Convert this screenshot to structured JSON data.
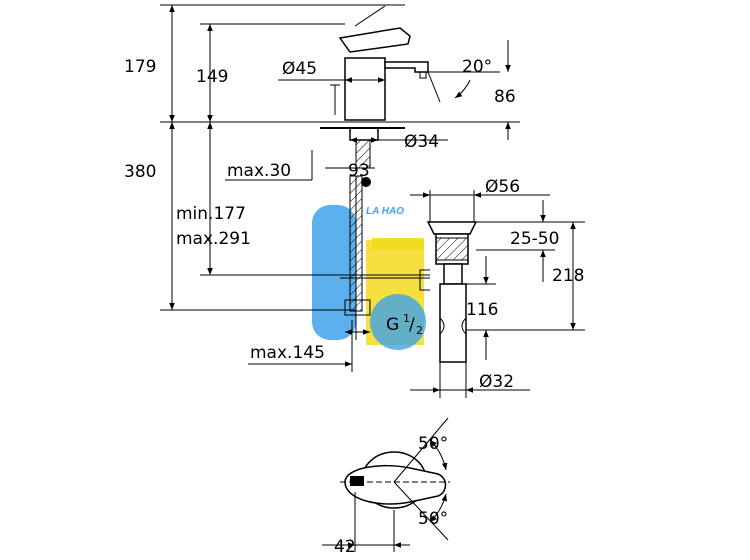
{
  "watermark": {
    "text": "LA HAO",
    "colors": {
      "blue": "#3fa2ea",
      "yellow": "#f3da1d"
    }
  },
  "dimensions": {
    "h_179": "179",
    "h_149": "149",
    "d_45": "Ø45",
    "angle_20": "20°",
    "h_86": "86",
    "d_34": "Ø34",
    "h_380": "380",
    "max_30": "max.30",
    "w_93": "93",
    "d_56": "Ø56",
    "min_177": "min.177",
    "max_291": "max.291",
    "range_25_50": "25-50",
    "h_218": "218",
    "g_thread_base": "G",
    "g_thread_num": "1",
    "g_thread_den": "2",
    "h_116": "116",
    "max_145": "max.145",
    "d_32": "Ø32",
    "angle_50_top": "50°",
    "angle_50_bottom": "50°",
    "w_42": "42"
  }
}
